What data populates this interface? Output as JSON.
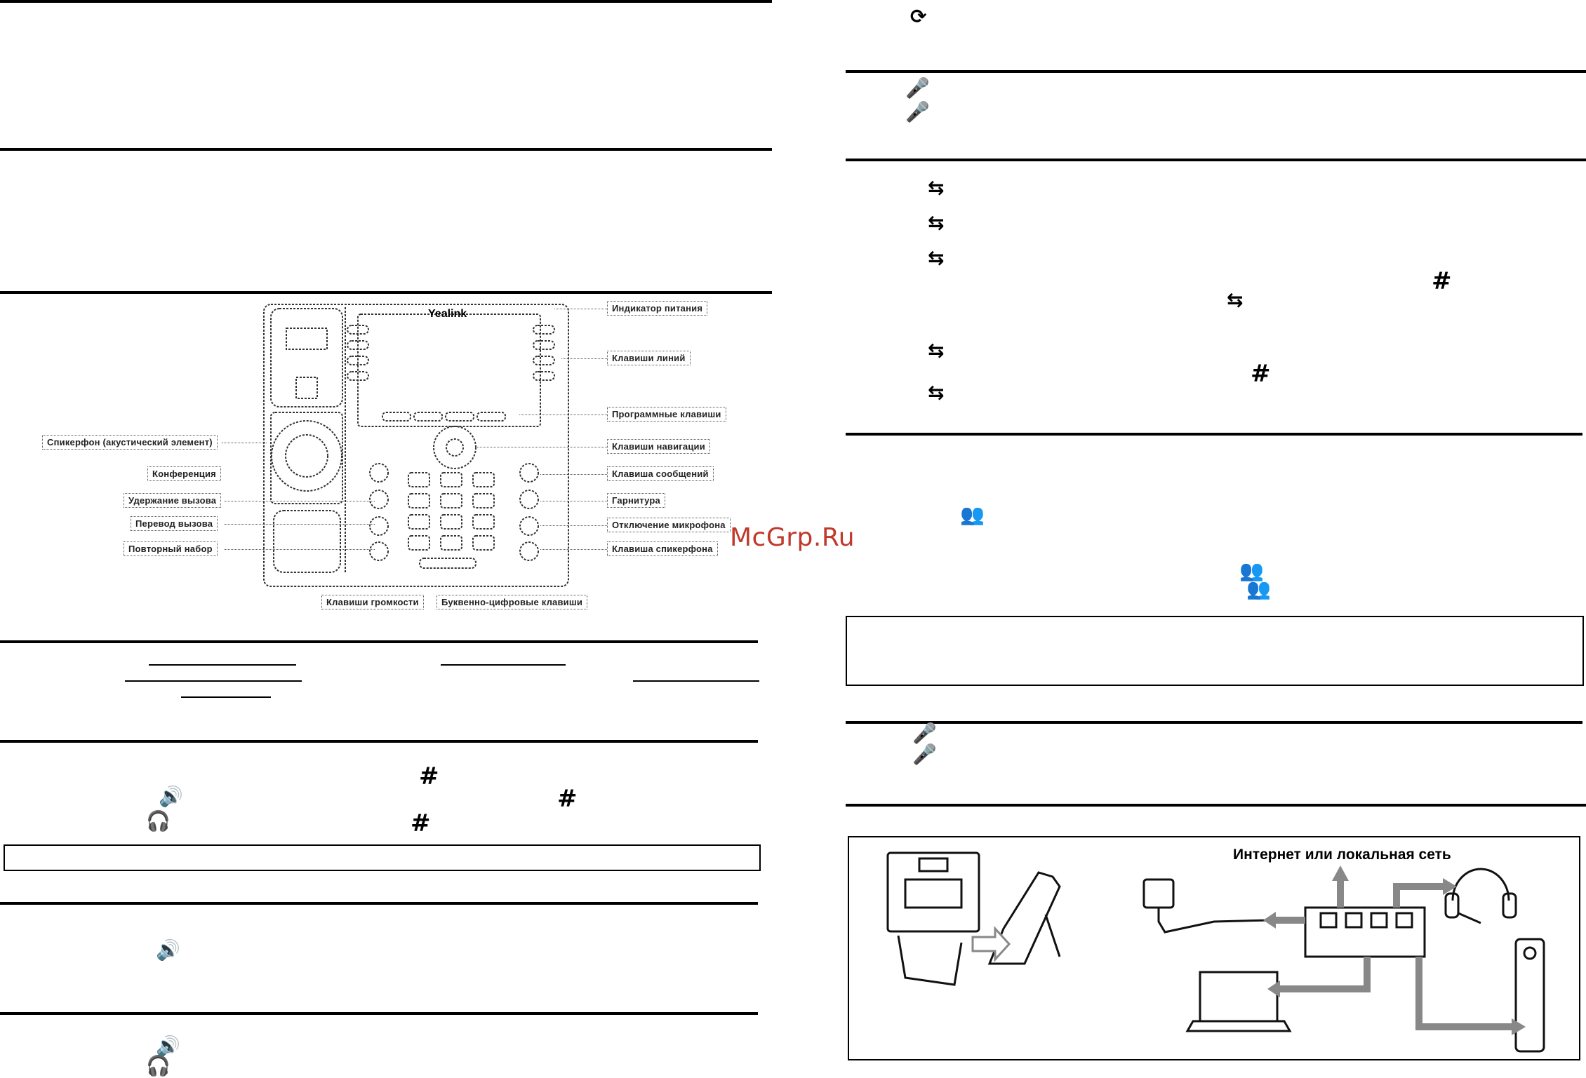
{
  "watermark": "McGrp.Ru",
  "phone_callouts": {
    "left": [
      "Спикерфон (акустический элемент)",
      "Конференция",
      "Удержание вызова",
      "Перевод вызова",
      "Повторный набор"
    ],
    "right": [
      "Индикатор питания",
      "Клавиши линий",
      "Программные клавиши",
      "Клавиши навигации",
      "Клавиша сообщений",
      "Гарнитура",
      "Отключение микрофона",
      "Клавиша спикерфона"
    ],
    "bottom": [
      "Клавиши громкости",
      "Буквенно-цифровые клавиши"
    ],
    "brand": "Yealink"
  },
  "network": {
    "label": "Интернет или локальная сеть"
  },
  "symbols": {
    "hash": "#",
    "refresh": "⟳",
    "speaker": "🔊",
    "headset": "🎧",
    "transfer": "⇆",
    "conference": "👥",
    "mute": "🎤"
  }
}
